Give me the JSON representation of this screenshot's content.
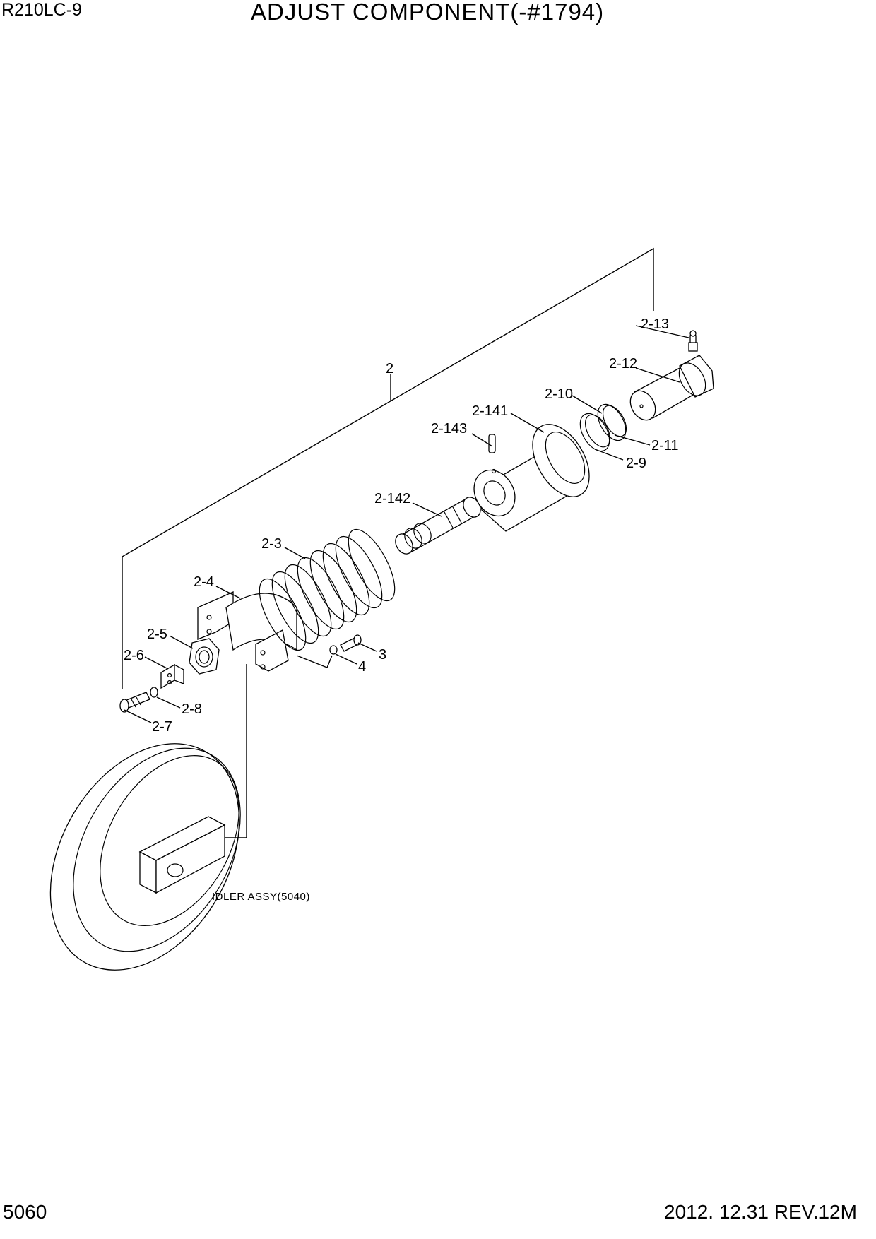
{
  "header": {
    "model": "R210LC-9",
    "title": "ADJUST COMPONENT(-#1794)"
  },
  "footer": {
    "page_number": "5060",
    "revision": "2012. 12.31  REV.12M"
  },
  "callouts": {
    "c2": "2",
    "c2_3": "2-3",
    "c2_4": "2-4",
    "c2_5": "2-5",
    "c2_6": "2-6",
    "c2_7": "2-7",
    "c2_8": "2-8",
    "c2_9": "2-9",
    "c2_10": "2-10",
    "c2_11": "2-11",
    "c2_12": "2-12",
    "c2_13": "2-13",
    "c2_141": "2-141",
    "c2_142": "2-142",
    "c2_143": "2-143",
    "c3": "3",
    "c4": "4"
  },
  "idler_label": "IDLER ASSY(5040)"
}
